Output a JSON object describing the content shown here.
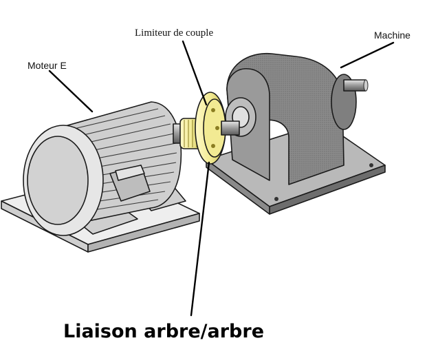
{
  "labels": {
    "motor": "Moteur E",
    "limiter": "Limiteur de couple",
    "machine": "Machine",
    "caption": "Liaison arbre/arbre"
  },
  "colors": {
    "coupling": "#f2ea93",
    "metal_dark": "#7d7d7d",
    "metal_mid": "#a3a3a3",
    "metal_light": "#d6d6d6",
    "plate": "#ececec"
  }
}
